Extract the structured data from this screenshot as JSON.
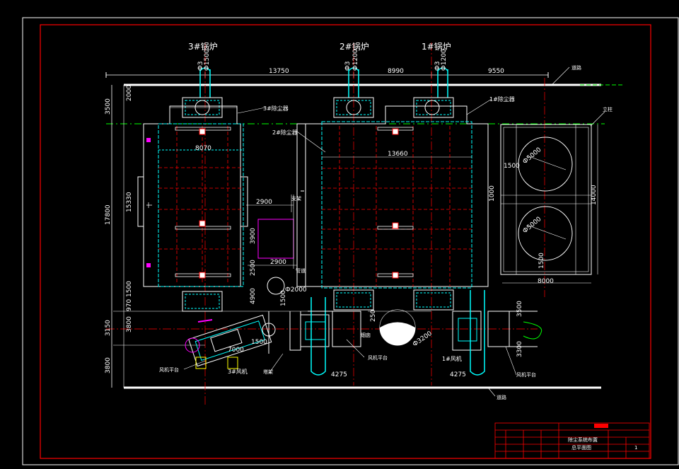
{
  "title_block": {
    "rows": [
      "",
      "",
      "",
      "",
      ""
    ],
    "project_name": "除尘系统布置",
    "drawing_name": "总平面图",
    "sheet": "1"
  },
  "labels": {
    "furnace_3": "3#锅炉",
    "furnace_2": "2#锅炉",
    "furnace_1": "1#锅炉",
    "dust_collector_3": "3#除尘器",
    "dust_collector_2": "2#除尘器",
    "dust_collector_1": "1#除尘器",
    "chimney": "烟囱",
    "fan_3": "3#风机",
    "fan_1": "1#风机",
    "fan_platform_left": "风机平台",
    "fan_platform_mid": "风机平台",
    "fan_platform_right": "风机平台",
    "road_top": "道路",
    "road_bottom": "道路",
    "column": "立柱",
    "bracket": "支架",
    "duct_left": "管道",
    "tower": "塔架"
  },
  "dims": {
    "d13750": "13750",
    "d8990": "8990",
    "d9550": "9550",
    "d2000": "2000",
    "d3500_top": "3500",
    "d17800": "17800",
    "d15330": "15330",
    "d1500_left": "1500",
    "d970": "970",
    "d3800": "3800",
    "d3150": "3150",
    "d3800_b": "3800",
    "d8070": "8070",
    "d13660": "13660",
    "d2900_a": "2900",
    "d2900_b": "2900",
    "d3900": "3900",
    "d2500": "2500",
    "d4900": "4900",
    "d1500_fan": "1500",
    "d7000": "7000",
    "d4275_a": "4275",
    "d4275_b": "4275",
    "d3500_r": "3500",
    "d3300_r": "3300",
    "d14000": "14000",
    "d8000": "8000",
    "d1500_tank": "1500",
    "d1000": "1000",
    "d1500_tank_b": "1500",
    "phi5000_a": "Ф5000",
    "phi5000_b": "Ф5000",
    "phi2000": "Ф2000",
    "phi3200": "Ф3200",
    "d250": "250",
    "d1500_chim": "1500",
    "pipe_3": "Ф1500",
    "pipe_2": "Ф1200",
    "pipe_1": "Ф1200",
    "qhs": "Ф3"
  },
  "colors": {
    "frame": "#ff0000",
    "line": "#ffffff",
    "cyan": "#00ffff",
    "red": "#ff0000",
    "green": "#00ff00",
    "magenta": "#ff00ff",
    "yellow": "#ffff00"
  }
}
